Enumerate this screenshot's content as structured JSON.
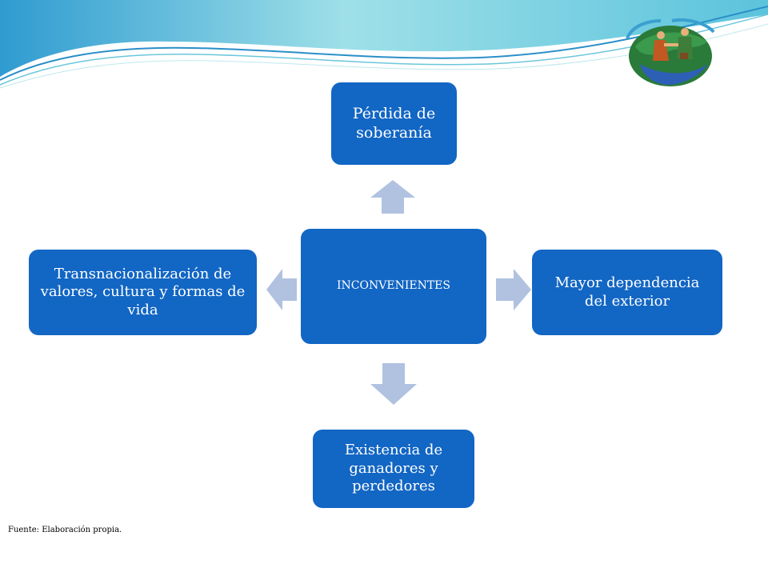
{
  "diagram": {
    "center": {
      "label": "INCONVENIENTES"
    },
    "top": {
      "label": "Pérdida de soberanía"
    },
    "right": {
      "label": "Mayor dependencia del exterior"
    },
    "bottom": {
      "label": "Existencia de ganadores y perdedores"
    },
    "left": {
      "label": "Transnacionalización de valores, cultura y formas de vida"
    }
  },
  "footer": {
    "source": "Fuente: Elaboración propia."
  },
  "colors": {
    "box_fill": "#1266c4",
    "box_text": "#ffffff",
    "arrow_fill": "#b0c2e0",
    "wave_teal": "#7fd3df",
    "wave_blue": "#2a8fc9"
  }
}
